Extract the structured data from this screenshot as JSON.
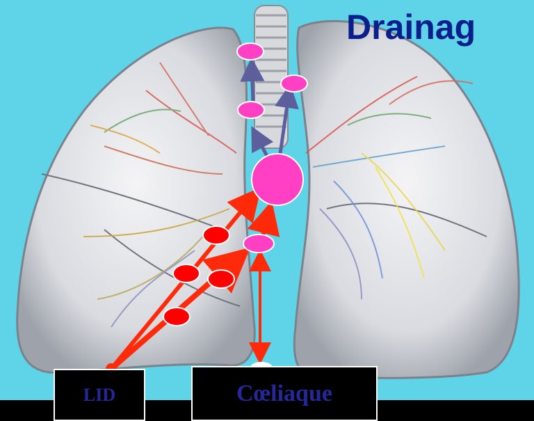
{
  "title": "Drainag",
  "labels": {
    "lid": "LID",
    "coeliaque": "Cœliaque"
  },
  "colors": {
    "background": "#5fd3e8",
    "title": "#0a1e8c",
    "node_pink": "#ff3fc4",
    "node_red": "#ff0000",
    "arrow_red": "#ff2a0a",
    "arrow_blue": "#5c5f9c"
  }
}
